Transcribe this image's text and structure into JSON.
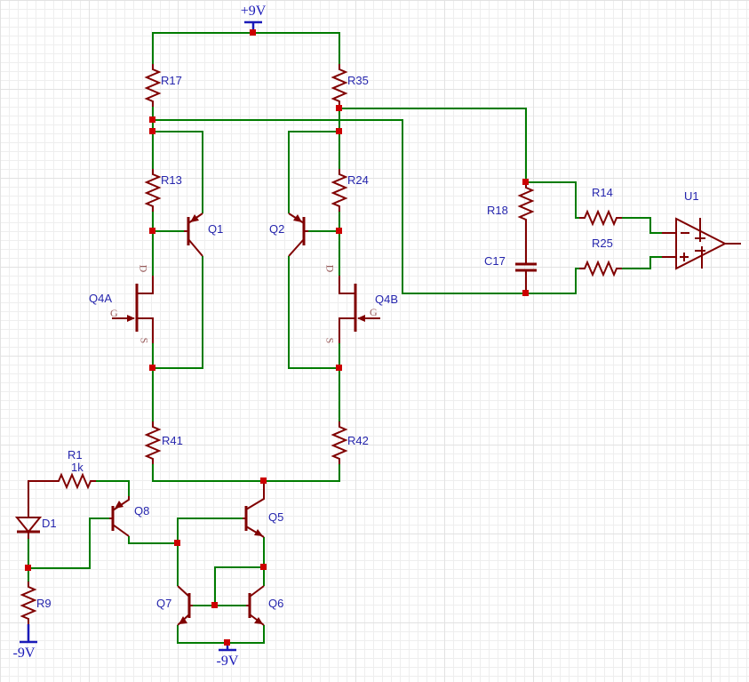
{
  "designators": {
    "r17": "R17",
    "r35": "R35",
    "r13": "R13",
    "r24": "R24",
    "q1": "Q1",
    "q2": "Q2",
    "q4a": "Q4A",
    "q4b": "Q4B",
    "r18": "R18",
    "c17": "C17",
    "r14": "R14",
    "r25": "R25",
    "u1": "U1",
    "r41": "R41",
    "r42": "R42",
    "r1": "R1",
    "d1": "D1",
    "q8": "Q8",
    "r9": "R9",
    "q5": "Q5",
    "q7": "Q7",
    "q6": "Q6"
  },
  "values": {
    "r1": "1k"
  },
  "power": {
    "vplus": "+9V",
    "vminus": "-9V"
  },
  "pin_names": {
    "drain": "D",
    "gate": "G",
    "source": "S"
  },
  "colors": {
    "wire": "#007c00",
    "symbol": "#800000",
    "junction": "#cc0000",
    "designator_text": "#2525ad",
    "power_text": "#1a1ab8",
    "pin_name_text": "#9a5c5c",
    "grid_minor": "#eeeeee",
    "grid_major": "#e2e2e2",
    "background": "#ffffff"
  }
}
